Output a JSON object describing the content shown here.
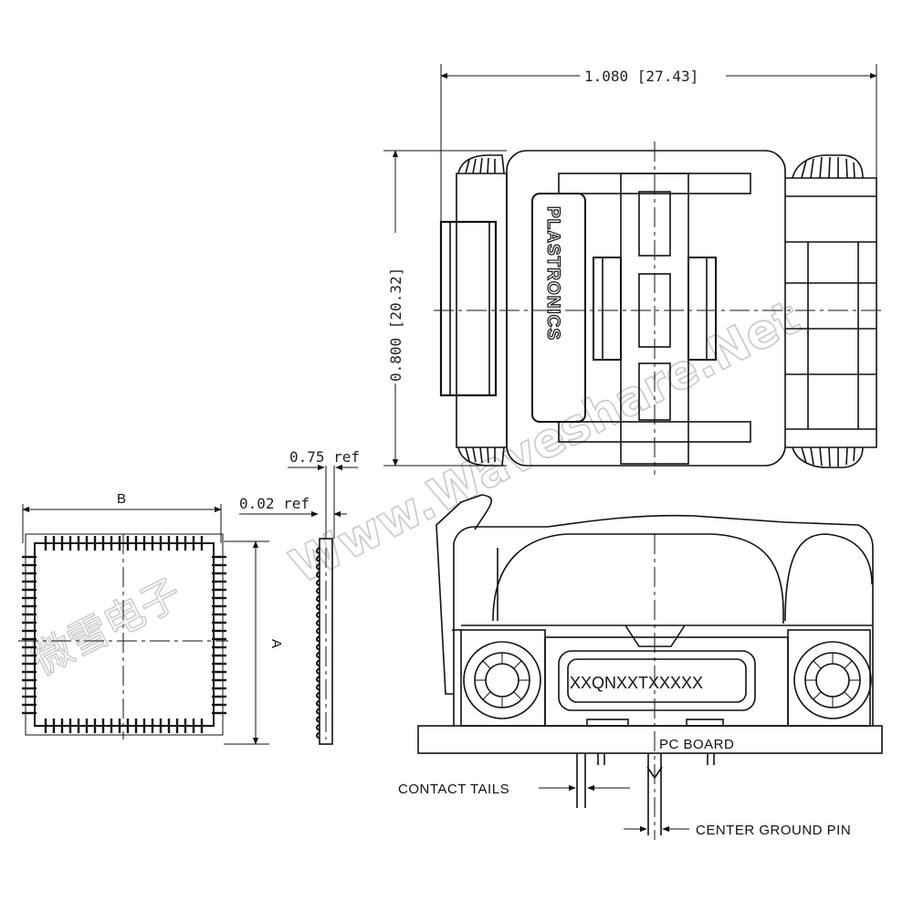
{
  "dimensions": {
    "width": "1.080 [27.43]",
    "height": "0.800 [20.32]",
    "lead_thickness": "0.75 ref",
    "standoff": "0.02 ref",
    "body_b": "B",
    "body_a": "A"
  },
  "labels": {
    "pc_board": "PC BOARD",
    "contact_tails": "CONTACT TAILS",
    "center_ground_pin": "CENTER GROUND PIN",
    "part_marking": "XXQNXXTXXXXX"
  },
  "brand": {
    "logo_text": "PLASTRONICS"
  },
  "watermark": {
    "url": "Www.Waveshare.Net",
    "chinese": "微雪电子"
  }
}
